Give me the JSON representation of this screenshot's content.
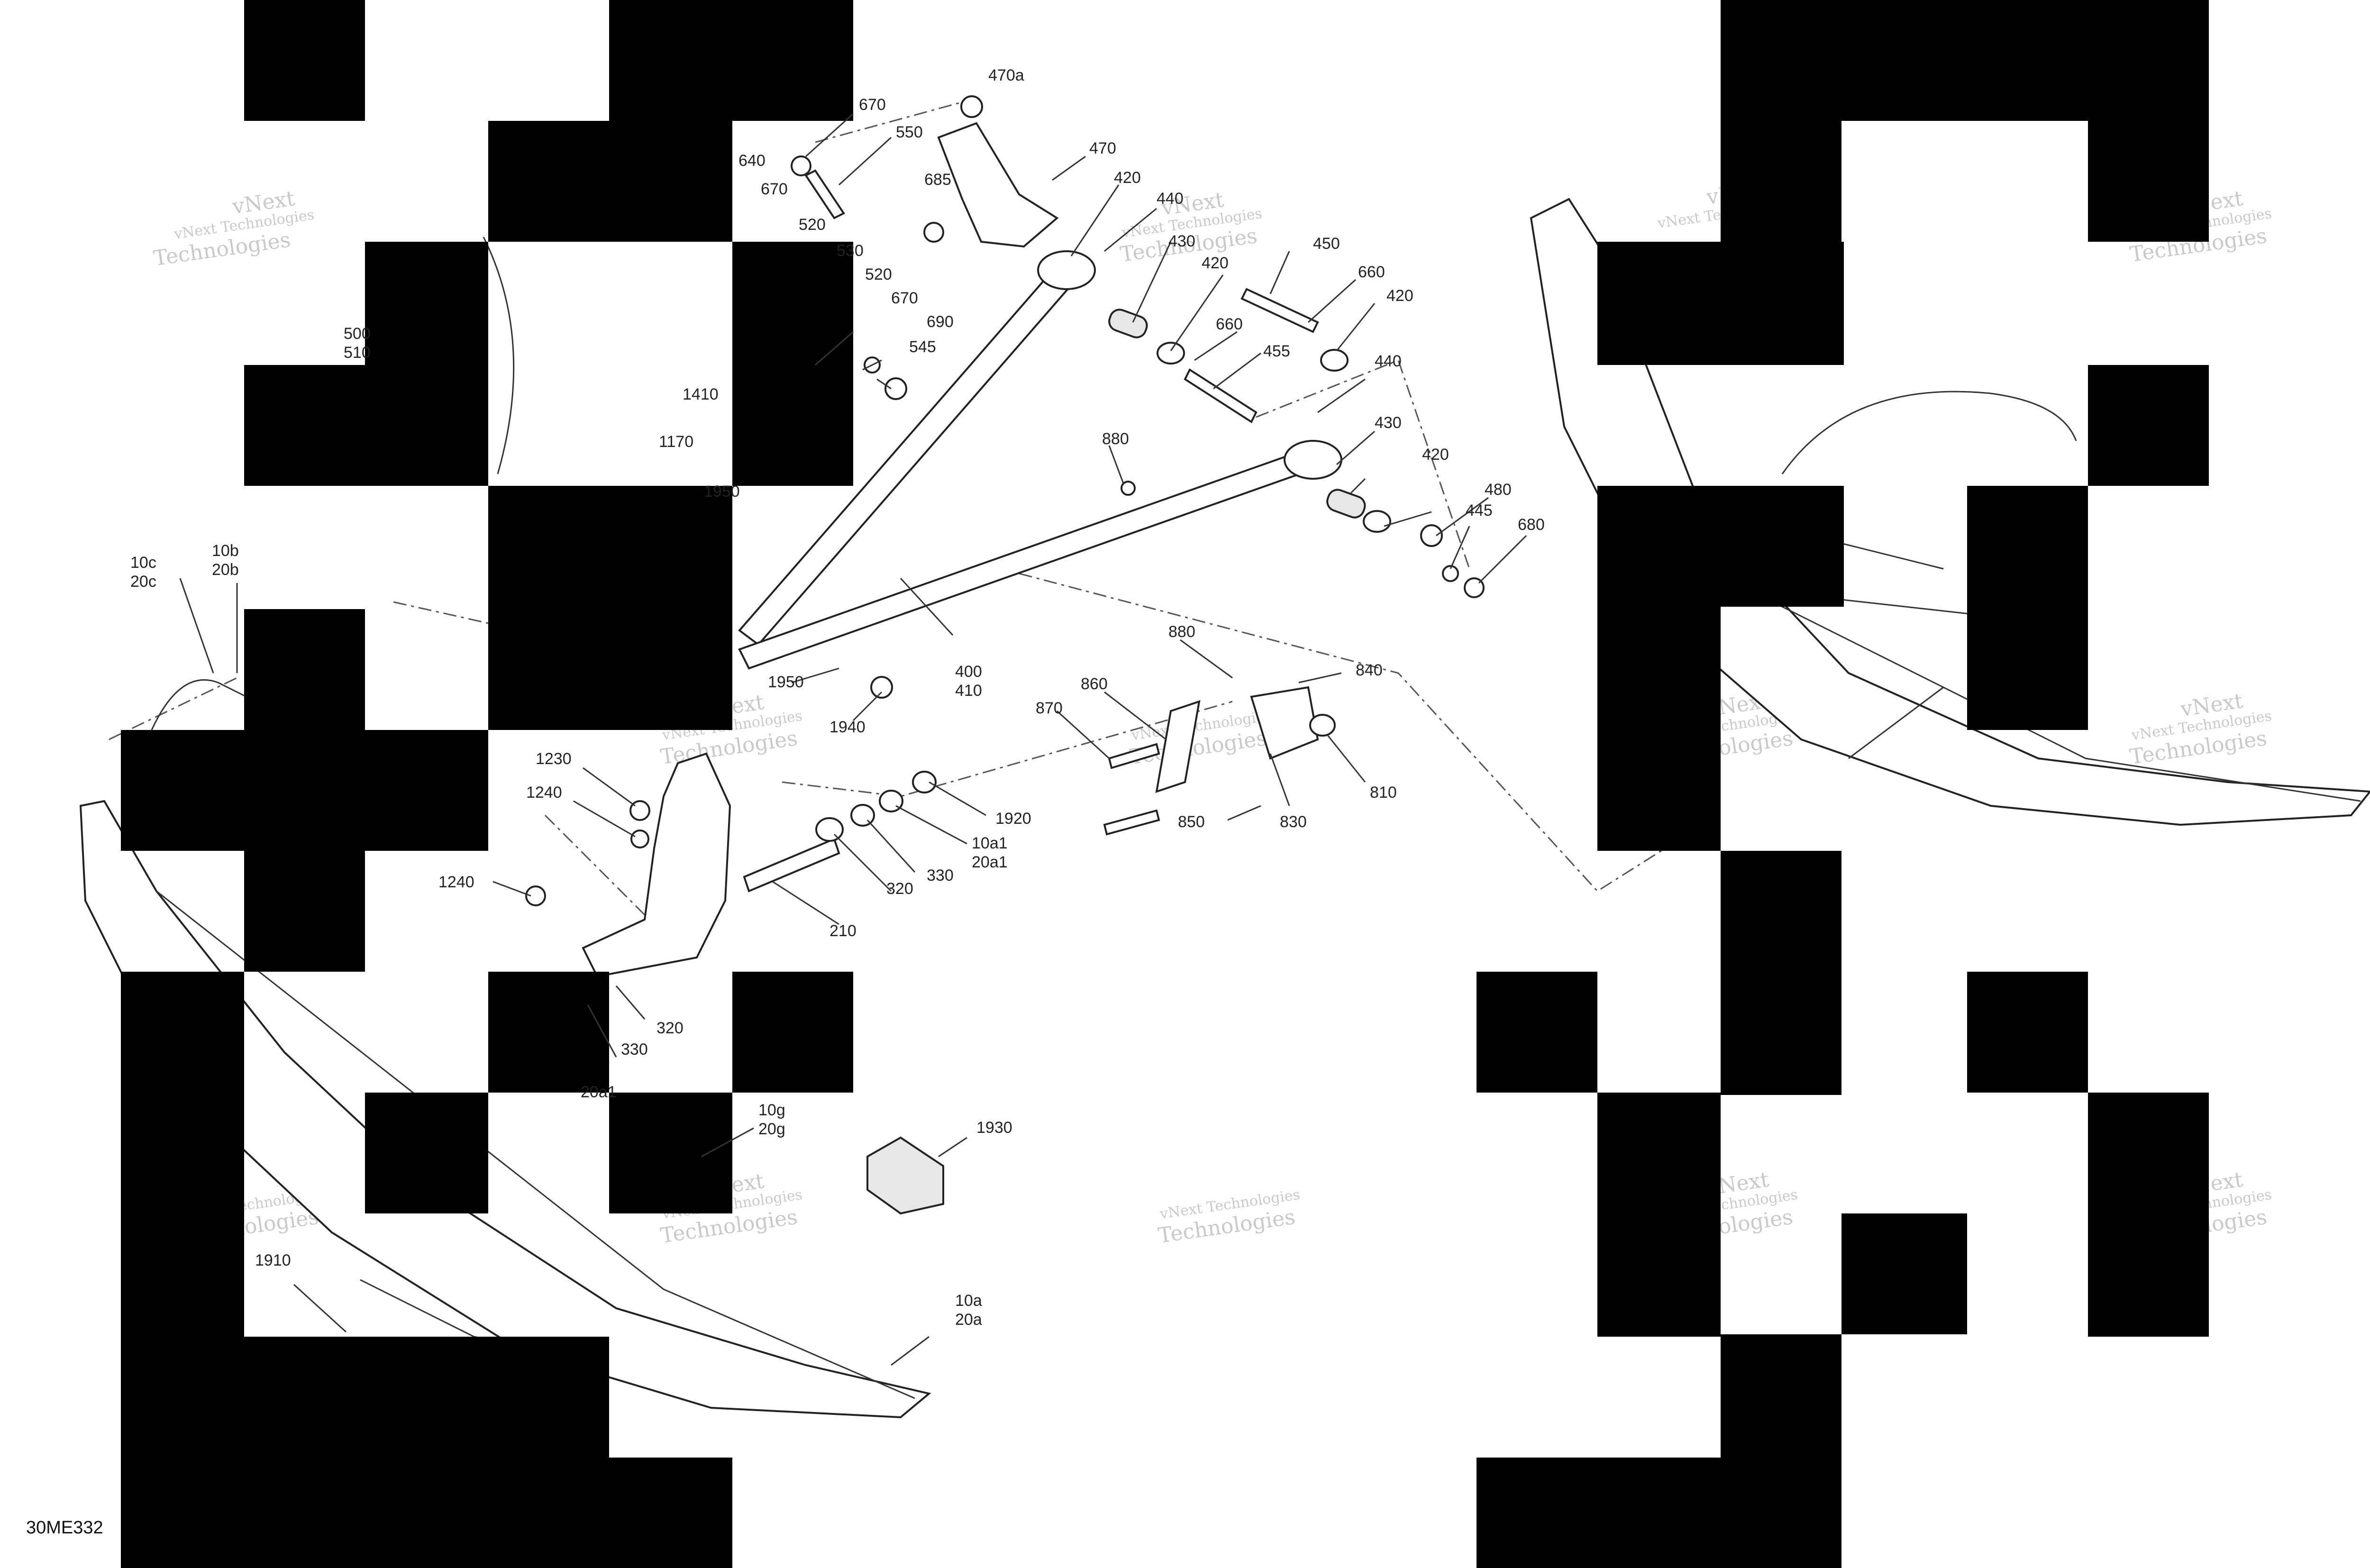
{
  "drawing_code": "30ME332",
  "watermark": {
    "line1": "vNext Technologies",
    "line2": "Technologies",
    "line3": "vNext"
  },
  "callouts": [
    {
      "id": "c470a",
      "text": "470a"
    },
    {
      "id": "c670a",
      "text": "670"
    },
    {
      "id": "c550",
      "text": "550"
    },
    {
      "id": "c640",
      "text": "640"
    },
    {
      "id": "c670b",
      "text": "670"
    },
    {
      "id": "c470",
      "text": "470"
    },
    {
      "id": "c685",
      "text": "685"
    },
    {
      "id": "c420a",
      "text": "420"
    },
    {
      "id": "c520a",
      "text": "520"
    },
    {
      "id": "c440a",
      "text": "440"
    },
    {
      "id": "c430a",
      "text": "430"
    },
    {
      "id": "c530",
      "text": "530"
    },
    {
      "id": "c450",
      "text": "450"
    },
    {
      "id": "c520b",
      "text": "520"
    },
    {
      "id": "c420b",
      "text": "420"
    },
    {
      "id": "c660a",
      "text": "660"
    },
    {
      "id": "c670c",
      "text": "670"
    },
    {
      "id": "c420c",
      "text": "420"
    },
    {
      "id": "c690",
      "text": "690"
    },
    {
      "id": "c500",
      "text": "500"
    },
    {
      "id": "c510",
      "text": "510"
    },
    {
      "id": "c660b",
      "text": "660"
    },
    {
      "id": "c545",
      "text": "545"
    },
    {
      "id": "c455",
      "text": "455"
    },
    {
      "id": "c440b",
      "text": "440"
    },
    {
      "id": "c1410",
      "text": "1410"
    },
    {
      "id": "c1170",
      "text": "1170"
    },
    {
      "id": "c880a",
      "text": "880"
    },
    {
      "id": "c430b",
      "text": "430"
    },
    {
      "id": "c420d",
      "text": "420"
    },
    {
      "id": "c1950a",
      "text": "1950"
    },
    {
      "id": "c480",
      "text": "480"
    },
    {
      "id": "c445",
      "text": "445"
    },
    {
      "id": "c680",
      "text": "680"
    },
    {
      "id": "c10c",
      "text": "10c"
    },
    {
      "id": "c20c",
      "text": "20c"
    },
    {
      "id": "c10b",
      "text": "10b"
    },
    {
      "id": "c20b",
      "text": "20b"
    },
    {
      "id": "c400",
      "text": "400"
    },
    {
      "id": "c410",
      "text": "410"
    },
    {
      "id": "c880b",
      "text": "880"
    },
    {
      "id": "c840",
      "text": "840"
    },
    {
      "id": "c1950b",
      "text": "1950"
    },
    {
      "id": "c860",
      "text": "860"
    },
    {
      "id": "c1940",
      "text": "1940"
    },
    {
      "id": "c870",
      "text": "870"
    },
    {
      "id": "c1230",
      "text": "1230"
    },
    {
      "id": "c810",
      "text": "810"
    },
    {
      "id": "c1240a",
      "text": "1240"
    },
    {
      "id": "c1920",
      "text": "1920"
    },
    {
      "id": "c850",
      "text": "850"
    },
    {
      "id": "c830",
      "text": "830"
    },
    {
      "id": "c10a1",
      "text": "10a1"
    },
    {
      "id": "c20a1",
      "text": "20a1"
    },
    {
      "id": "c320a",
      "text": "320"
    },
    {
      "id": "c330a",
      "text": "330"
    },
    {
      "id": "c1240b",
      "text": "1240"
    },
    {
      "id": "c210",
      "text": "210"
    },
    {
      "id": "c320b",
      "text": "320"
    },
    {
      "id": "c330b",
      "text": "330"
    },
    {
      "id": "c20a1b",
      "text": "20a1"
    },
    {
      "id": "c10g",
      "text": "10g"
    },
    {
      "id": "c20g",
      "text": "20g"
    },
    {
      "id": "c1930",
      "text": "1930"
    },
    {
      "id": "c1910",
      "text": "1910"
    },
    {
      "id": "c10a",
      "text": "10a"
    },
    {
      "id": "c20a",
      "text": "20a"
    }
  ]
}
